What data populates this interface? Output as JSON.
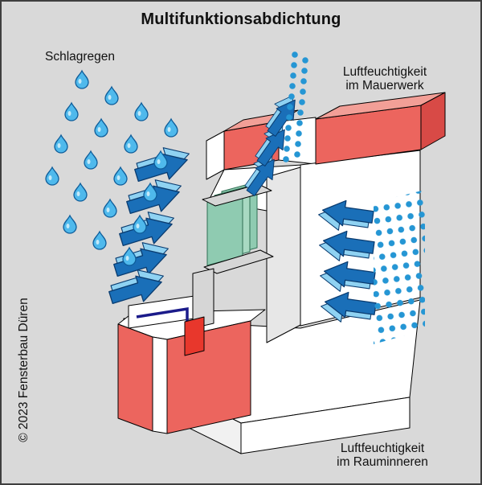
{
  "title": "Multifunktionsabdichtung",
  "labels": {
    "driving_rain": "Schlagregen",
    "masonry_humidity_line1": "Luftfeuchtigkeit",
    "masonry_humidity_line2": "im Mauerwerk",
    "room_humidity_line1": "Luftfeuchtigkeit",
    "room_humidity_line2": "im Rauminneren",
    "copyright": "© 2023 Fensterbau Düren"
  },
  "colors": {
    "background": "#d9d9d9",
    "masonry_red": "#ec655e",
    "masonry_red_light": "#f29f97",
    "masonry_red_dark": "#d84a46",
    "arrow_blue": "#1a6fb8",
    "arrow_blue_light": "#8fd2f2",
    "arrow_outline": "#0a3c70",
    "drop_blue": "#4fb9ec",
    "dot_blue": "#2596d4",
    "glass_green": "#a8d9c2",
    "glass_green_dark": "#8fcbb1",
    "frame_gray": "#d6d6d6",
    "seal_red": "#e8372c",
    "barrier_blue": "#1b1b8a"
  }
}
